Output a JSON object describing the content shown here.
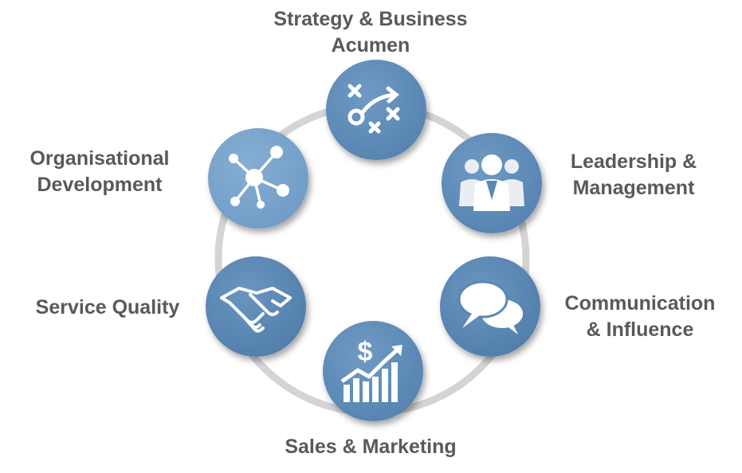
{
  "diagram": {
    "nodes": [
      {
        "id": "strategy",
        "lines": [
          "Strategy & Business",
          "Acumen"
        ],
        "icon": "strategy-play-icon"
      },
      {
        "id": "leadership",
        "lines": [
          "Leadership &",
          "Management"
        ],
        "icon": "people-group-icon"
      },
      {
        "id": "communication",
        "lines": [
          "Communication",
          "& Influence"
        ],
        "icon": "speech-bubbles-icon"
      },
      {
        "id": "sales",
        "lines": [
          "Sales & Marketing"
        ],
        "icon": "growth-chart-icon"
      },
      {
        "id": "service",
        "lines": [
          "Service Quality"
        ],
        "icon": "handshake-icon"
      },
      {
        "id": "organisational",
        "lines": [
          "Organisational",
          "Development"
        ],
        "icon": "network-hub-icon"
      }
    ]
  },
  "colors": {
    "node_fill": "#5b87b4",
    "node_fill_light": "#6f9ac4",
    "ring": "#d0d0d0",
    "label_text": "#595959",
    "icon": "#ffffff"
  }
}
